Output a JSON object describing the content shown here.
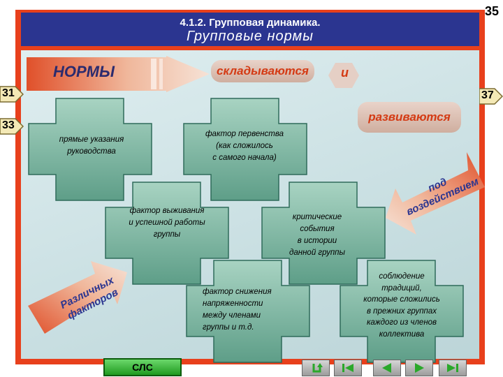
{
  "header": {
    "title": "4.1.2. Групповая динамика.",
    "subtitle": "Групповые нормы"
  },
  "slide_number": "35",
  "links": {
    "left_top": "31",
    "left_bottom": "33",
    "right": "37"
  },
  "main_arrow_label": "НОРМЫ",
  "pills": {
    "form": "складываются",
    "conj": "и",
    "develop": "развиваются"
  },
  "factors": [
    "прямые указания\nруководства",
    "фактор первенства\n(как сложилось\nс самого начала)",
    "фактор выживания\nи успешной работы\nгруппы",
    "критические\nсобытия\nв истории\nданной группы",
    "фактор снижения\nнапряженности\nмежду членами\nгруппы и т.д.",
    "соблюдение\nтрадиций,\nкоторые сложились\nв прежних группах\nкаждого из членов\nколлектива"
  ],
  "influence_label": "под\nвоздействием",
  "various_label": "Различных\nфакторов",
  "buttons": {
    "slc": "СЛС"
  },
  "colors": {
    "frame": "#e8401c",
    "header": "#2b3590",
    "cross_fill": "#7fb8a4",
    "cross_border": "#2f6b5a",
    "accent_text": "#d43a14",
    "nav_green": "#2aa82a"
  },
  "nav_icons": [
    "return-icon",
    "first-slide-icon",
    "previous-slide-icon",
    "next-slide-icon",
    "last-slide-icon"
  ]
}
